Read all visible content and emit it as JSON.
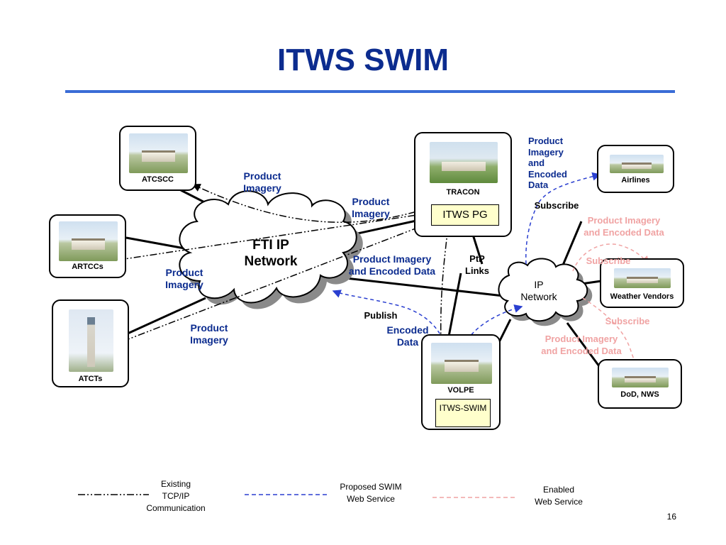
{
  "title": "ITWS SWIM",
  "nodes": {
    "atcscc": "ATCSCC",
    "artccs": "ARTCCs",
    "atcts": "ATCTs",
    "tracon": "TRACON",
    "itws_pg": "ITWS PG",
    "volpe": "VOLPE",
    "itws_swim": "ITWS-SWIM",
    "airlines": "Airlines",
    "weather_vendors": "Weather Vendors",
    "dod_nws": "DoD, NWS"
  },
  "clouds": {
    "fti": "FTI IP\nNetwork",
    "ip": "IP\nNetwork"
  },
  "labels": {
    "pi_atcscc": "Product\nImagery",
    "pi_artccs": "Product\nImagery",
    "pi_atcts": "Product\nImagery",
    "pi_tracon": "Product\nImagery",
    "piaed_center": "Product Imagery\nand Encoded Data",
    "piaed_airlines": "Product\nImagery\nand\nEncoded\nData",
    "subscribe_airlines": "Subscribe",
    "ptp_links": "PtP\nLinks",
    "publish": "Publish",
    "encoded_data": "Encoded\nData",
    "pink_piaed_top": "Product Imagery\nand Encoded Data",
    "pink_subscribe_1": "Subscribe",
    "pink_subscribe_2": "Subscribe",
    "pink_piaed_bottom": "Product Imagery\nand Encoded Data"
  },
  "legend": {
    "existing": "Existing\nTCP/IP\nCommunication",
    "proposed": "Proposed SWIM\nWeb Service",
    "enabled": "Enabled\nWeb Service"
  },
  "colors": {
    "title": "#0c2c8f",
    "rule": "#3a6cd6",
    "proposed": "#2a3fd0",
    "enabled": "#f0a3a3",
    "itws_box": "#ffffcc"
  },
  "page_number": "16"
}
